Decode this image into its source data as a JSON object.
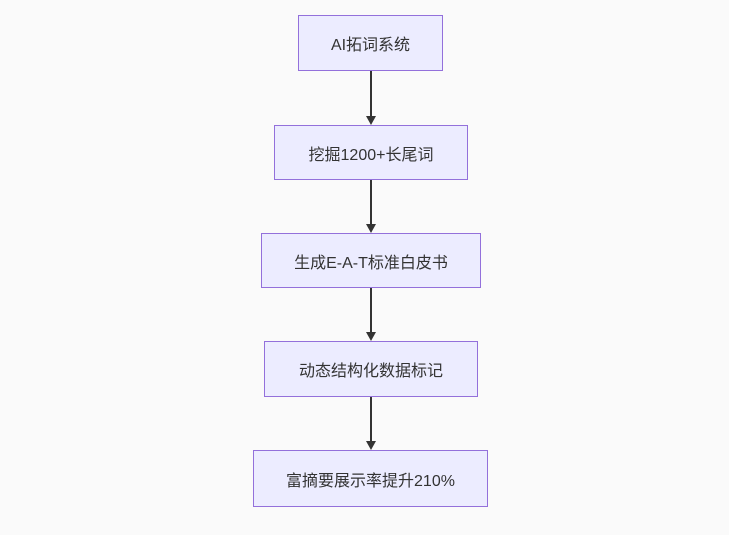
{
  "diagram": {
    "type": "flowchart-top-down",
    "colors": {
      "background": "#fafafa",
      "node_fill": "#ECECFF",
      "node_border": "#9370DB",
      "node_text": "#333333",
      "edge_color": "#333333"
    },
    "nodes": [
      {
        "id": "A",
        "label": "AI拓词系统"
      },
      {
        "id": "B",
        "label": "挖掘1200+长尾词"
      },
      {
        "id": "C",
        "label": "生成E-A-T标准白皮书"
      },
      {
        "id": "D",
        "label": "动态结构化数据标记"
      },
      {
        "id": "E",
        "label": "富摘要展示率提升210%"
      }
    ],
    "edges": [
      {
        "from": "AI拓词系统",
        "to": "挖掘1200+长尾词"
      },
      {
        "from": "挖掘1200+长尾词",
        "to": "生成E-A-T标准白皮书"
      },
      {
        "from": "生成E-A-T标准白皮书",
        "to": "动态结构化数据标记"
      },
      {
        "from": "动态结构化数据标记",
        "to": "富摘要展示率提升210%"
      }
    ]
  }
}
